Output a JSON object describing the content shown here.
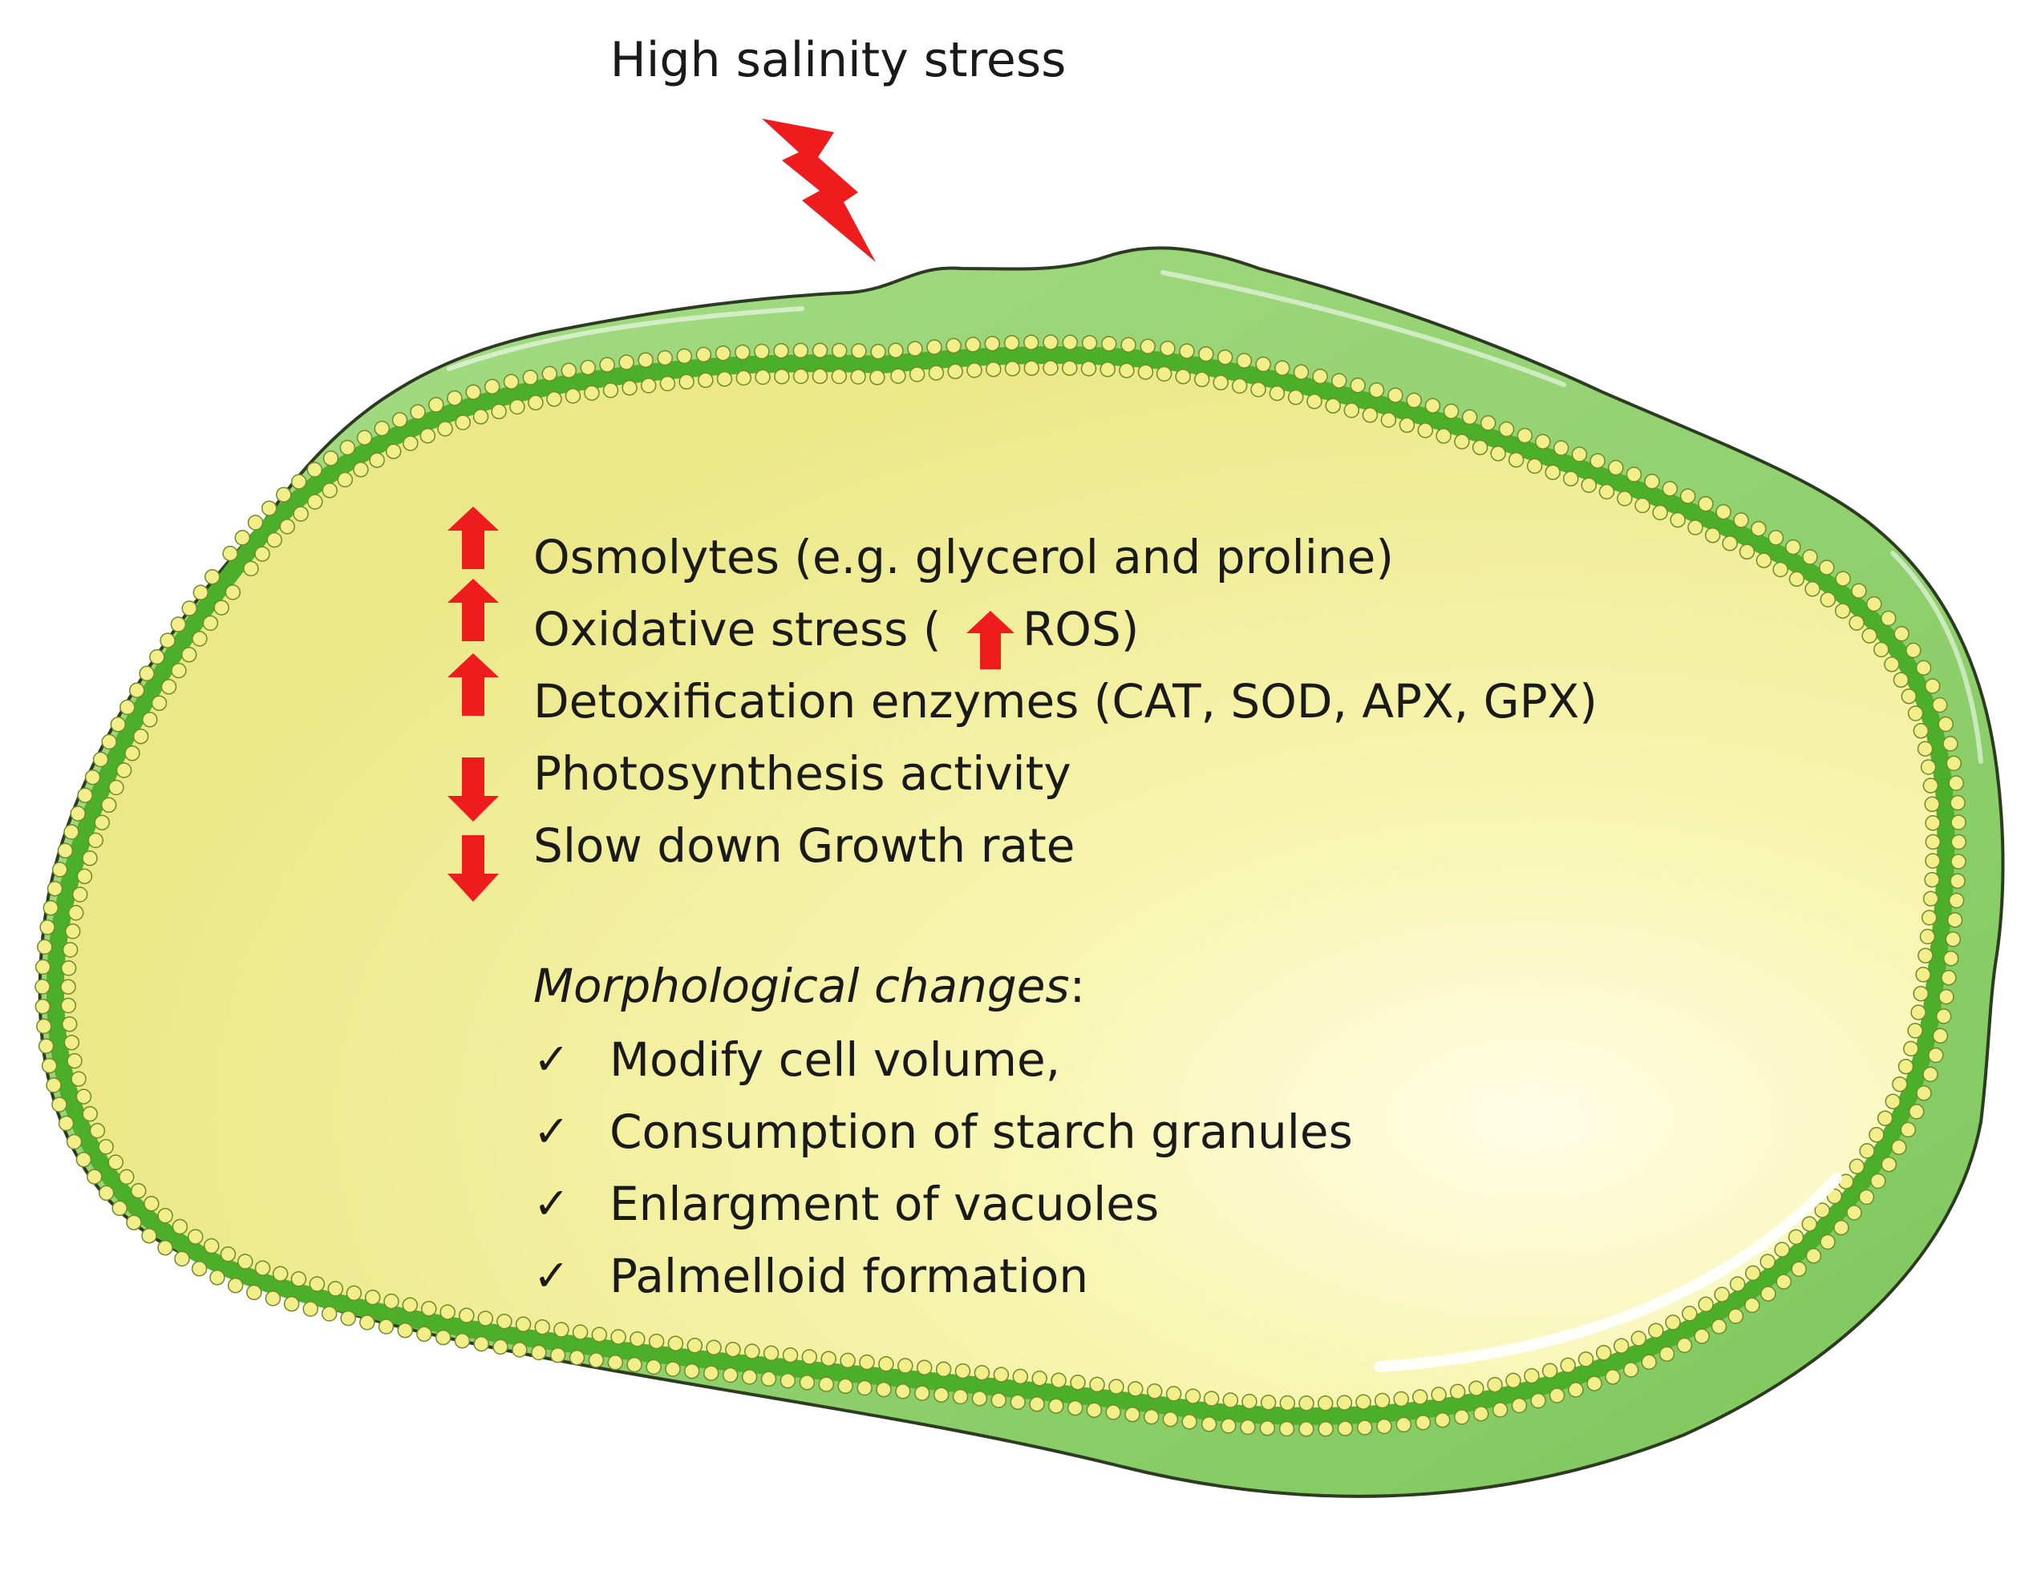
{
  "title": "High salinity stress",
  "effects": [
    {
      "direction": "up",
      "text": "Osmolytes (e.g. glycerol and proline)"
    },
    {
      "direction": "up",
      "text_before": "Oxidative stress (",
      "inline_arrow": "up",
      "text_after": "ROS)"
    },
    {
      "direction": "up",
      "text": "Detoxification enzymes (CAT, SOD, APX, GPX)"
    },
    {
      "direction": "down",
      "text": "Photosynthesis activity"
    },
    {
      "direction": "down",
      "text": "Slow down Growth rate"
    }
  ],
  "morphology": {
    "heading": "Morphological changes",
    "heading_suffix": ":",
    "check_glyph": "✓",
    "items": [
      "Modify cell volume,",
      "Consumption of starch granules",
      "Enlargment of vacuoles",
      "Palmelloid formation"
    ]
  },
  "colors": {
    "arrow": "#ee1c1c",
    "cell_wall": "#8fd16f",
    "cytoplasm": "#f5f29a",
    "membrane": "#4caf2a",
    "membrane_bead": "#f2ee8a"
  },
  "icons": {
    "stress": "lightning-bolt-icon",
    "increase": "arrow-up-icon",
    "decrease": "arrow-down-icon"
  }
}
